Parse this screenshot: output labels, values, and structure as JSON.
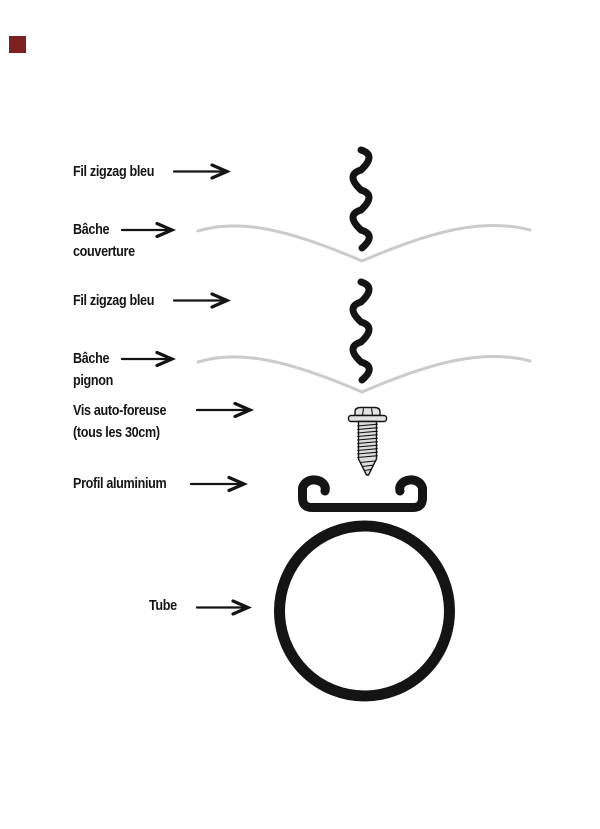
{
  "page": {
    "background": "#ffffff"
  },
  "brand_mark": {
    "color": "#7d2022"
  },
  "colors": {
    "ink": "#141414",
    "text": "#161616",
    "tarp_gray": "#cbcbcb",
    "screw_gray": "#dcdcdc",
    "screw_head_gray": "#e2e2e2"
  },
  "labels": [
    {
      "line1": "Fil zigzag bleu",
      "line2": ""
    },
    {
      "line1": "Bâche",
      "line2": "couverture"
    },
    {
      "line1": "Fil zigzag bleu",
      "line2": ""
    },
    {
      "line1": "Bâche",
      "line2": "pignon"
    },
    {
      "line1": "Vis auto-foreuse",
      "line2": "(tous les 30cm)"
    },
    {
      "line1": "Profil aluminium",
      "line2": ""
    },
    {
      "line1": "Tube",
      "line2": ""
    }
  ],
  "parts": [
    "zigzag-wire-top",
    "cover-tarp-wave",
    "zigzag-wire-bottom",
    "gable-tarp-wave",
    "self-drilling-screw",
    "aluminium-profile",
    "tube"
  ]
}
